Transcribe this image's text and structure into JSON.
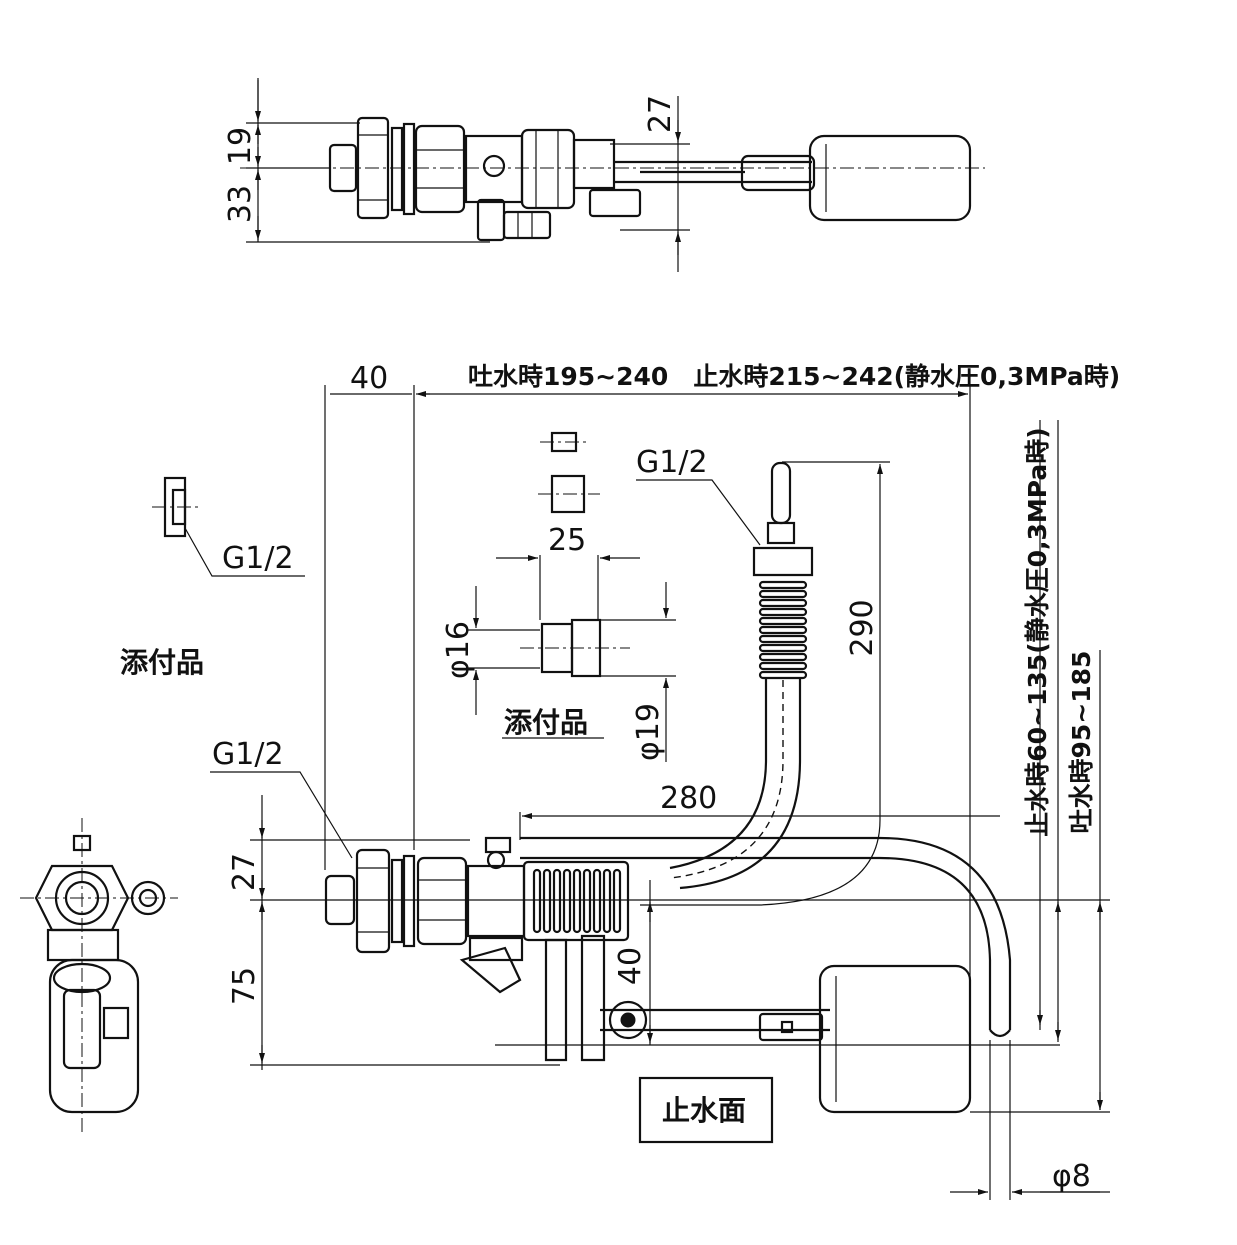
{
  "top_view": {
    "dim_19": "19",
    "dim_33": "33",
    "dim_27": "27"
  },
  "accessories": {
    "label_left": "添付品",
    "label_center": "添付品",
    "left_thread": "G1/2",
    "width": "25",
    "inner_dia": "φ16",
    "outer_dia": "φ19"
  },
  "main_view": {
    "dim_40_top": "40",
    "span_label": "吐水時195~240　止水時215~242(静水圧0,3MPa時)",
    "inlet_thread": "G1/2",
    "valve_thread": "G1/2",
    "height_290": "290",
    "length_280": "280",
    "dim_27": "27",
    "dim_75": "75",
    "dim_40_side": "40",
    "stop_range": "止水時60~135(静水圧0,3MPa時)",
    "discharge_range": "吐水時95~185",
    "stop_level": "止水面",
    "pipe_dia": "φ8"
  }
}
